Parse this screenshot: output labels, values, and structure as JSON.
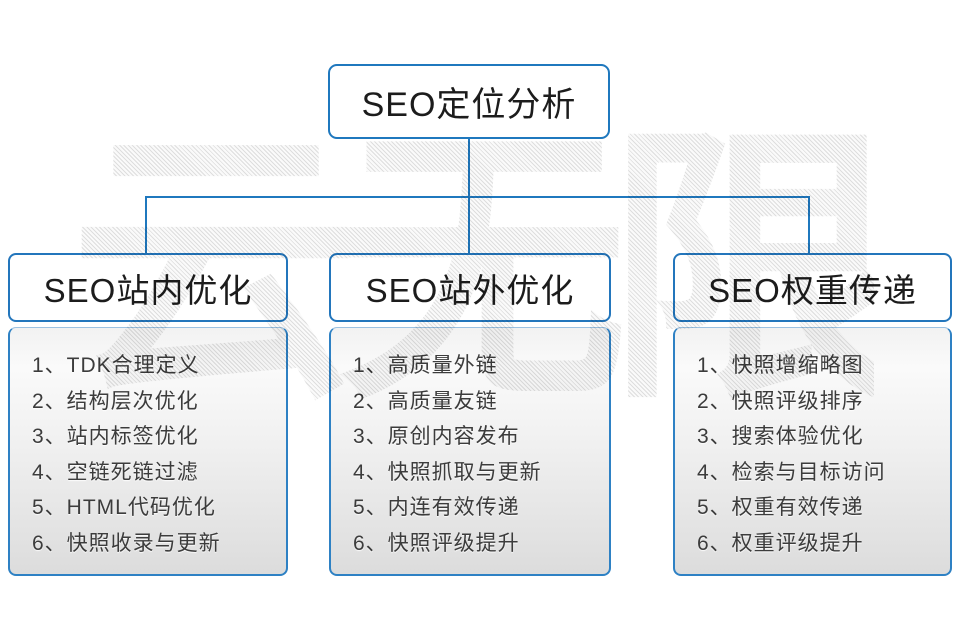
{
  "diagram": {
    "root_label": "SEO定位分析",
    "columns": [
      {
        "header": "SEO站内优化",
        "items": [
          "1、TDK合理定义",
          "2、结构层次优化",
          "3、站内标签优化",
          "4、空链死链过滤",
          "5、HTML代码优化",
          "6、快照收录与更新"
        ]
      },
      {
        "header": "SEO站外优化",
        "items": [
          "1、高质量外链",
          "2、高质量友链",
          "3、原创内容发布",
          "4、快照抓取与更新",
          "5、内连有效传递",
          "6、快照评级提升"
        ]
      },
      {
        "header": "SEO权重传递",
        "items": [
          "1、快照增缩略图",
          "2、快照评级排序",
          "3、搜索体验优化",
          "4、检索与目标访问",
          "5、权重有效传递",
          "6、权重评级提升"
        ]
      }
    ]
  },
  "watermark": {
    "text": "云无限"
  },
  "colors": {
    "accent_blue": "#1f78be",
    "box_border_blue": "#2e81c4",
    "heading_text": "#1c1c1c",
    "list_text": "#3c3c3c",
    "panel_gradient_top": "#f5f5f5",
    "panel_gradient_bottom": "#dcdcdc",
    "watermark_gray": "#ebebeb",
    "background": "#ffffff"
  }
}
